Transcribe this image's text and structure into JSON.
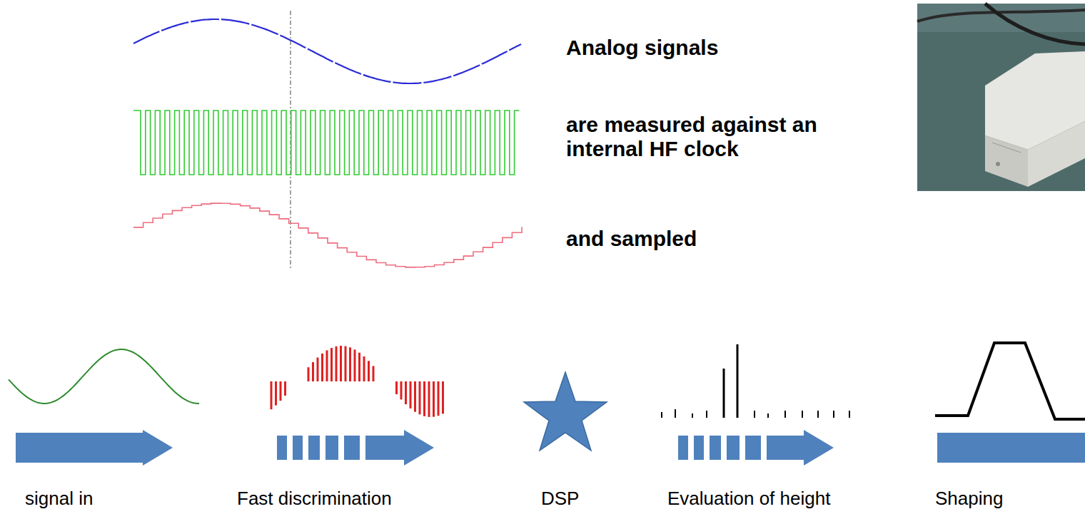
{
  "diagram": {
    "labels": [
      "Analog signals",
      "are measured against an internal HF clock",
      "and sampled",
      "signal in",
      "Fast discrimination",
      "DSP",
      "Evaluation of height",
      "Shaping"
    ]
  }
}
